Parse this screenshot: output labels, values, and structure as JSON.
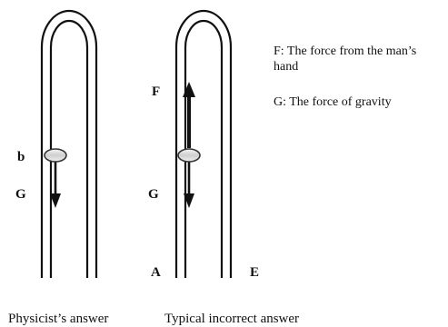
{
  "colors": {
    "ink": "#111111",
    "bead_fill": "#e3e3e3",
    "bead_stroke": "#333333",
    "background": "#ffffff"
  },
  "left_diagram": {
    "bead_label": "b",
    "gravity_label": "G",
    "caption": "Physicist’s answer"
  },
  "right_diagram": {
    "hand_force_label": "F",
    "gravity_label": "G",
    "start_label": "A",
    "end_label": "E",
    "caption": "Typical incorrect answer"
  },
  "legend": {
    "f_line1": "F: The force from the man’s",
    "f_line2": "hand",
    "g_line": "G: The force of gravity"
  }
}
